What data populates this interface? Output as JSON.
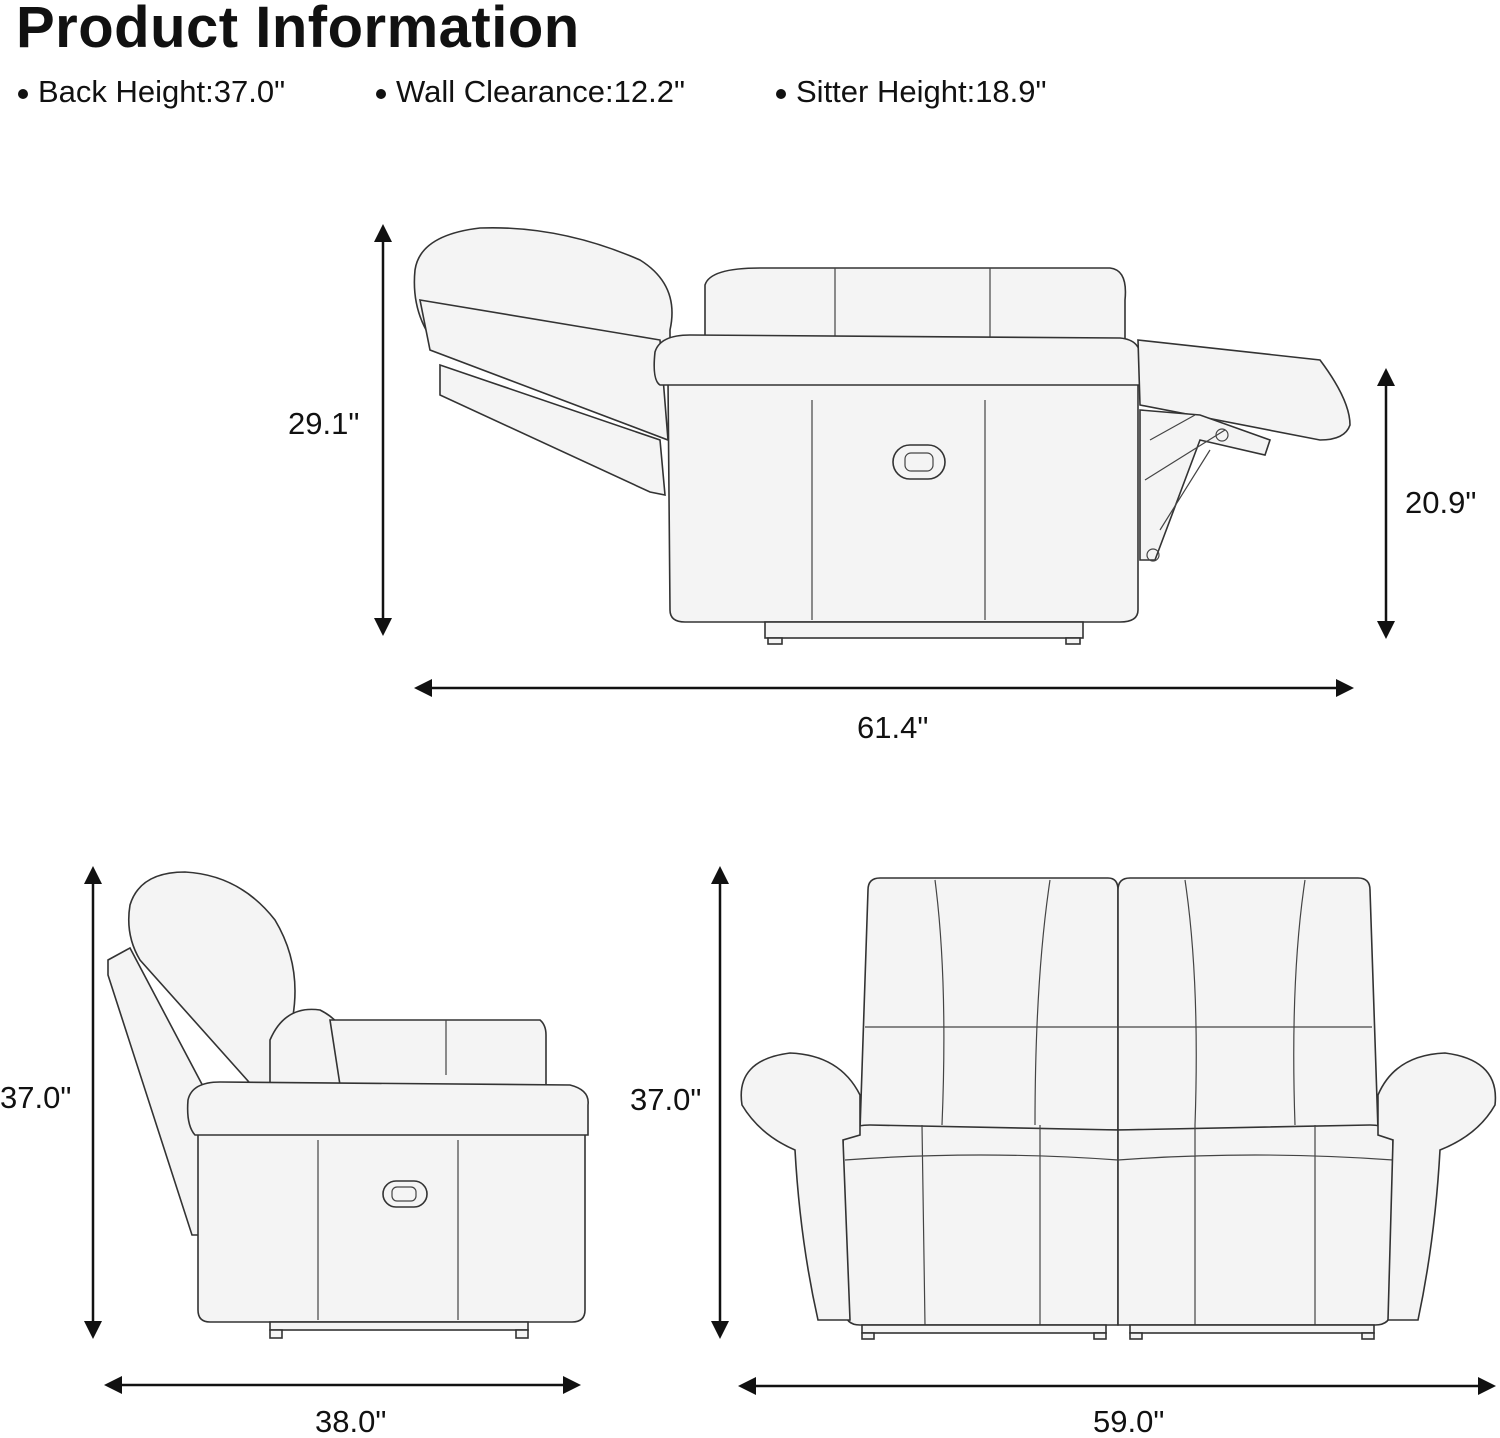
{
  "title": "Product Information",
  "specs": [
    {
      "label": "Back Height:37.0\""
    },
    {
      "label": "Wall Clearance:12.2\""
    },
    {
      "label": "Sitter Height:18.9\""
    }
  ],
  "reclined_view": {
    "height": "29.1\"",
    "footrest_height": "20.9\"",
    "length": "61.4\""
  },
  "side_view": {
    "height": "37.0\"",
    "depth": "38.0\""
  },
  "front_view": {
    "height": "37.0\"",
    "width": "59.0\""
  }
}
